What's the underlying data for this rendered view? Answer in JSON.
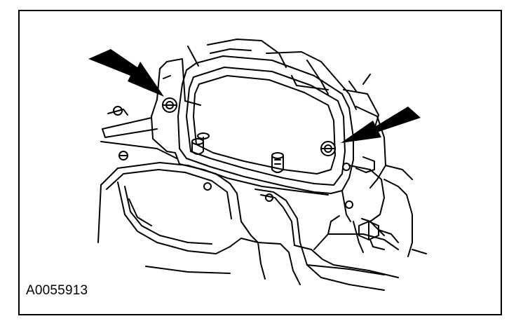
{
  "figure": {
    "id_label": "A0055913"
  },
  "colors": {
    "line": "#000000",
    "background": "#ffffff",
    "arrow_fill": "#000000"
  },
  "arrows": {
    "count": 2,
    "points_to": [
      "left-mounting-bolt",
      "right-mounting-bolt"
    ]
  }
}
